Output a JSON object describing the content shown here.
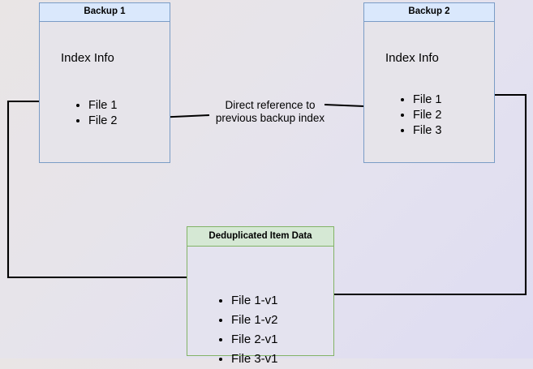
{
  "diagram": {
    "title": "Backup deduplication index reference diagram",
    "background": {
      "gradient_from": "#e9e5e5",
      "gradient_to": "#dedcf2"
    },
    "nodes": [
      {
        "id": "backup1",
        "title": "Backup 1",
        "section_label": "Index Info",
        "accent_color": "#7a9cc6",
        "header_fill": "#dae8fc",
        "body_fill": "#e6e4ea",
        "items": [
          "File 1",
          "File 2"
        ]
      },
      {
        "id": "backup2",
        "title": "Backup 2",
        "section_label": "Index Info",
        "accent_color": "#7a9cc6",
        "header_fill": "#dae8fc",
        "body_fill": "#e6e4ea",
        "items": [
          "File 1",
          "File 2",
          "File 3"
        ]
      },
      {
        "id": "dedup",
        "title": "Deduplicated Item Data",
        "accent_color": "#82b366",
        "header_fill": "#d5e8d4",
        "body_fill": "#e4e3ef",
        "items": [
          "File 1-v1",
          "File 1-v2",
          "File 2-v1",
          "File 3-v1"
        ]
      }
    ],
    "edges": [
      {
        "id": "edge-backup2-index-to-backup1-index",
        "label_line1": "Direct reference to",
        "label_line2": "previous backup index",
        "from": "Backup 2 / File 2",
        "to": "Backup 1 / File 2",
        "color": "#000000"
      },
      {
        "id": "edge-backup1-file1-to-dedup-file1v1",
        "from": "Backup 1 / File 1",
        "to": "Deduplicated Item Data / File 1-v1",
        "color": "#000000"
      },
      {
        "id": "edge-backup2-file1-to-dedup-file1v2",
        "from": "Backup 2 / File 1",
        "to": "Deduplicated Item Data / File 1-v2",
        "color": "#000000"
      }
    ]
  }
}
